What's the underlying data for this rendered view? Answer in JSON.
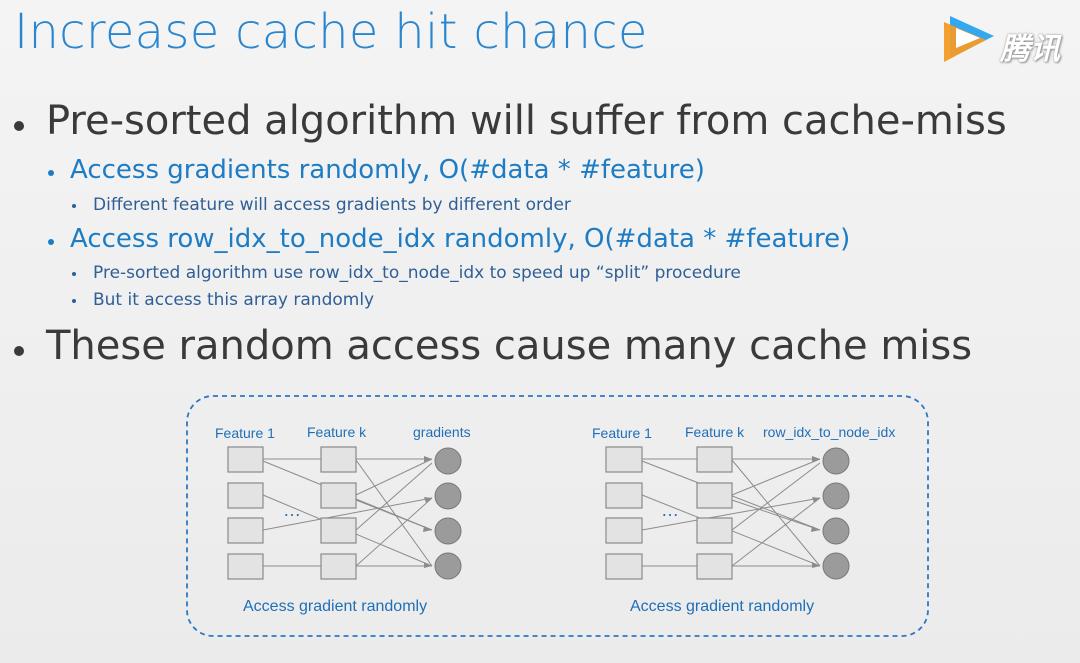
{
  "slide": {
    "title": "Increase cache hit chance",
    "bullets": [
      {
        "text": "Pre-sorted algorithm will suffer from cache-miss"
      },
      {
        "text": "Access gradients randomly, O(#data * #feature)"
      },
      {
        "text": "Different feature will access gradients by different order"
      },
      {
        "text": "Access row_idx_to_node_idx randomly, O(#data * #feature)"
      },
      {
        "text": "Pre-sorted algorithm use row_idx_to_node_idx to speed up “split” procedure"
      },
      {
        "text": "But it access this array randomly"
      },
      {
        "text": "These random access cause many cache miss"
      }
    ]
  },
  "watermark": {
    "text": "腾讯"
  },
  "diagrams": [
    {
      "col1": "Feature 1",
      "col2": "Feature k",
      "col3": "gradients",
      "ellipsis": "…",
      "caption": "Access gradient randomly"
    },
    {
      "col1": "Feature 1",
      "col2": "Feature k",
      "col3": "row_idx_to_node_idx",
      "ellipsis": "…",
      "caption": "Access gradient randomly"
    }
  ],
  "colors": {
    "title": "#2a86cf",
    "level1": "#3a3a3a",
    "level2": "#1d7cc4",
    "level3": "#2e5f96",
    "dashed_border": "#2b78c4",
    "box_fill": "#e3e3e3",
    "circle_fill": "#9b9b9b"
  },
  "icons": [
    "logo-play-icon"
  ]
}
